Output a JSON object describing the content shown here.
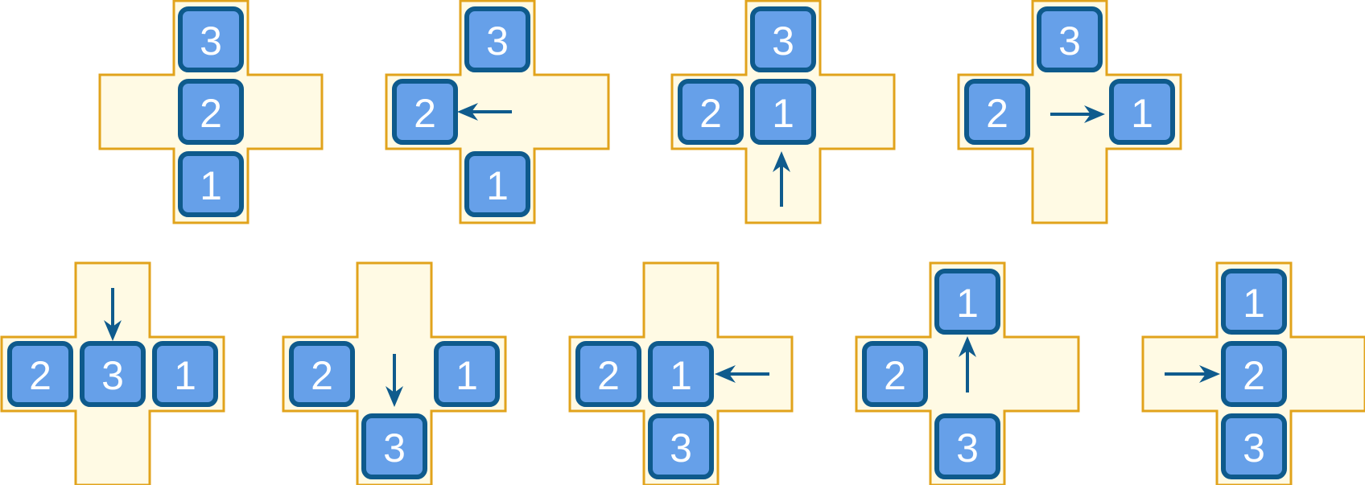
{
  "colors": {
    "board_fill": "#fffae4",
    "board_stroke": "#e1a31c",
    "tile_fill": "#66a0e9",
    "tile_stroke": "#0e5a8c",
    "tile_text": "#ffffff",
    "arrow": "#0f5b8d"
  },
  "boards": [
    {
      "tiles": {
        "top": "3",
        "center": "2",
        "bottom": "1"
      }
    },
    {
      "tiles": {
        "top": "3",
        "left": "2",
        "bottom": "1"
      },
      "move": "left"
    },
    {
      "tiles": {
        "top": "3",
        "left": "2",
        "center": "1"
      },
      "move": "up"
    },
    {
      "tiles": {
        "top": "3",
        "left": "2",
        "right": "1"
      },
      "move": "right"
    },
    {
      "tiles": {
        "left": "2",
        "center": "3",
        "right": "1"
      },
      "move": "down"
    },
    {
      "tiles": {
        "left": "2",
        "right": "1",
        "bottom": "3"
      },
      "move": "down"
    },
    {
      "tiles": {
        "left": "2",
        "center": "1",
        "bottom": "3"
      },
      "move": "left"
    },
    {
      "tiles": {
        "top": "1",
        "left": "2",
        "bottom": "3"
      },
      "move": "up"
    },
    {
      "tiles": {
        "top": "1",
        "center": "2",
        "bottom": "3"
      },
      "move": "right"
    }
  ]
}
